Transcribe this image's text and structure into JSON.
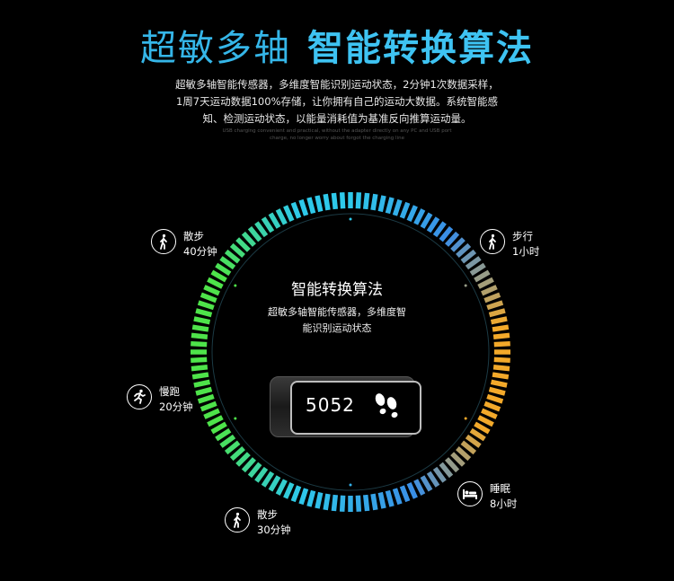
{
  "heading": {
    "light": "超敏多轴",
    "bold": "智能转换算法"
  },
  "description": {
    "line1": "超敏多轴智能传感器，多维度智能识别运动状态，2分钟1次数据采样，",
    "line2": "1周7天运动数据100%存储，让你拥有自己的运动大数据。系统智能感",
    "line3": "知、检测运动状态，以能量消耗值为基准反向推算运动量。"
  },
  "english_note": {
    "line1": "USB charging convenient and practical, without the adapter directly on any PC and USB port",
    "line2": "charge, no longer worry about forgot the charging line"
  },
  "center": {
    "title": "智能转换算法",
    "desc_line1": "超敏多轴智能传感器，多维度智",
    "desc_line2": "能识别运动状态"
  },
  "band": {
    "steps": "5052",
    "icon": "footprints-icon"
  },
  "activities": [
    {
      "name": "散步",
      "duration": "40分钟",
      "icon": "walking-icon"
    },
    {
      "name": "步行",
      "duration": "1小时",
      "icon": "walking-icon"
    },
    {
      "name": "慢跑",
      "duration": "20分钟",
      "icon": "running-icon"
    },
    {
      "name": "睡眠",
      "duration": "8小时",
      "icon": "bed-icon"
    },
    {
      "name": "散步",
      "duration": "30分钟",
      "icon": "walking-icon"
    }
  ],
  "colors": {
    "title": "#35b6e8",
    "ring_green": "#4ee34a",
    "ring_cyan": "#2ec9ea",
    "ring_blue": "#3a8ee6",
    "ring_orange": "#f3a92a"
  }
}
